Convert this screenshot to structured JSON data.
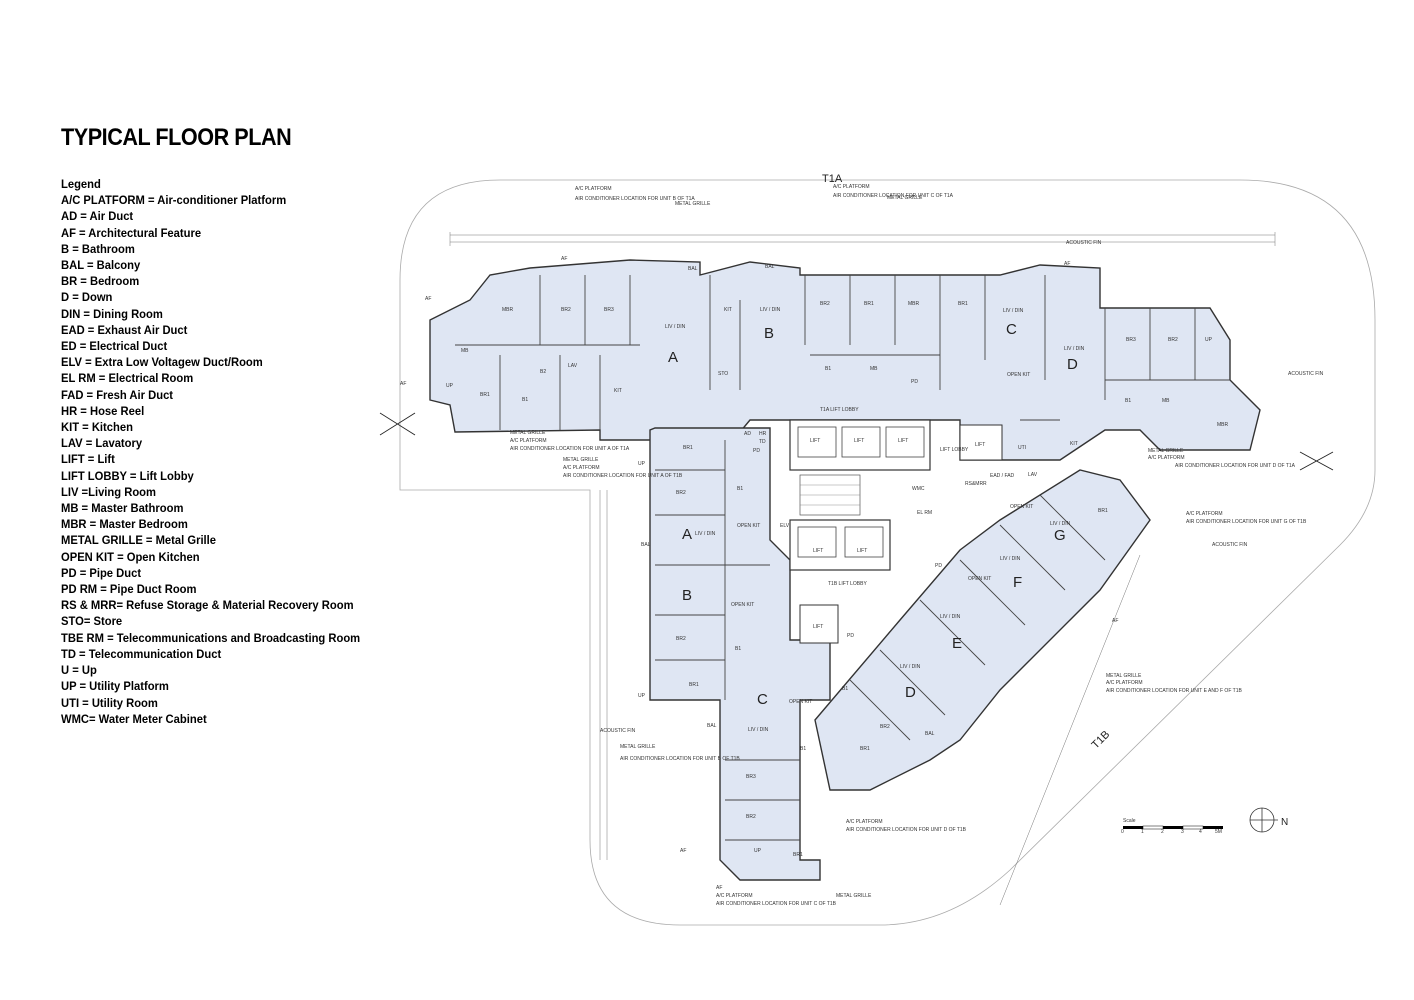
{
  "title": "TYPICAL FLOOR PLAN",
  "legend": {
    "heading": "Legend",
    "items": [
      "A/C PLATFORM = Air-conditioner Platform",
      "AD = Air Duct",
      "AF = Architectural Feature",
      "B = Bathroom",
      "BAL = Balcony",
      "BR = Bedroom",
      "D = Down",
      "DIN = Dining Room",
      "EAD = Exhaust Air Duct",
      "ED = Electrical Duct",
      "ELV = Extra Low Voltagew Duct/Room",
      "EL RM = Electrical Room",
      "FAD = Fresh Air Duct",
      "HR = Hose Reel",
      "KIT = Kitchen",
      "LAV = Lavatory",
      "LIFT = Lift",
      "LIFT LOBBY = Lift Lobby",
      "LIV =Living Room",
      "MB = Master Bathroom",
      "MBR = Master Bedroom",
      "METAL GRILLE = Metal Grille",
      "OPEN KIT = Open Kitchen",
      "PD = Pipe Duct",
      "PD RM = Pipe Duct Room",
      "RS & MRR= Refuse Storage & Material Recovery Room",
      "STO= Store",
      "TBE RM =  Telecommunications and Broadcasting Room",
      "TD = Telecommunication Duct",
      "U = Up",
      "UP = Utility Platform",
      "UTI = Utility Room",
      "WMC= Water Meter Cabinet"
    ]
  },
  "towers": {
    "t1a": "T1A",
    "t1b": "T1B"
  },
  "lobbies": {
    "t1a": "T1A LIFT LOBBY",
    "t1b": "T1B LIFT LOBBY"
  },
  "units_t1a": [
    "A",
    "B",
    "C",
    "D"
  ],
  "units_t1b": [
    "A",
    "B",
    "C",
    "D",
    "E",
    "F",
    "G"
  ],
  "room_labels": {
    "mbr": "MBR",
    "br1": "BR1",
    "br2": "BR2",
    "br3": "BR3",
    "liv": "LIV / DIN",
    "kit": "KIT",
    "open_kit": "OPEN KIT",
    "bal": "BAL",
    "up": "UP",
    "b1": "B1",
    "mb": "MB",
    "lav": "LAV",
    "sto": "STO",
    "pd": "PD",
    "uti": "UTI",
    "lift": "LIFT",
    "lift_lobby": "LIFT LOBBY",
    "ead_fad": "EAD / FAD",
    "rsmrr": "RS&MRR",
    "el_rm": "EL RM",
    "elv": "ELV",
    "wmc": "WMC",
    "ad": "AD",
    "hr": "HR",
    "td": "TD",
    "b2": "B2",
    "af": "AF"
  },
  "annotations": {
    "ac_platform": "A/C PLATFORM",
    "metal_grille": "METAL GRILLE",
    "acoustic_fin": "ACOUSTIC FIN",
    "ac_loc_c_t1a": "AIR CONDITIONER LOCATION FOR UNIT C OF T1A",
    "ac_loc_b_t1a": "AIR CONDITIONER LOCATION FOR UNIT B OF T1A",
    "ac_loc_a_t1a": "AIR CONDITIONER LOCATION FOR UNIT A OF T1A",
    "ac_loc_a_t1b": "AIR CONDITIONER LOCATION FOR UNIT A OF T1B",
    "ac_loc_d_t1a": "AIR CONDITIONER LOCATION FOR UNIT D OF T1A",
    "ac_loc_g_t1b": "AIR CONDITIONER LOCATION FOR UNIT G OF T1B",
    "ac_loc_ef_t1b": "AIR CONDITIONER LOCATION FOR UNIT E AND F OF T1B",
    "ac_loc_b_t1b": "AIR CONDITIONER LOCATION FOR UNIT B OF T1B",
    "ac_loc_d_t1b": "AIR CONDITIONER LOCATION FOR UNIT D OF T1B",
    "ac_loc_c_t1b": "AIR CONDITIONER LOCATION FOR UNIT C OF T1B"
  },
  "scale": {
    "label": "Scale",
    "ticks": [
      "0",
      "1",
      "2",
      "3",
      "4",
      "5M"
    ]
  },
  "north": "N"
}
